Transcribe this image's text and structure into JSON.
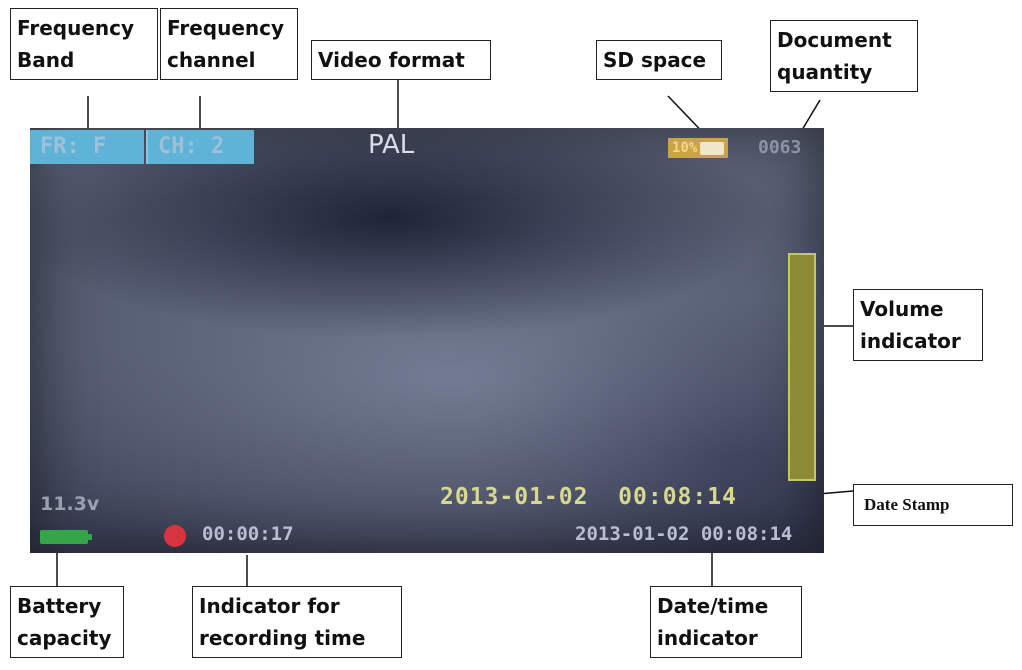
{
  "osd": {
    "band": "FR: F",
    "channel": "CH: 2",
    "format": "PAL",
    "sd_percent": "10%",
    "doc_count": "0063",
    "battery": "11.3v",
    "rec_time": "00:00:17",
    "date_stamp": "2013-01-02  00:08:14",
    "datetime": "2013-01-02 00:08:14",
    "volume_level": 1.0
  },
  "callouts": {
    "freq_band": "Frequency\nBand",
    "freq_channel": "Frequency\nchannel",
    "video_format": "Video format",
    "sd_space": "SD space",
    "doc_qty": "Document\nquantity",
    "volume": "Volume\nindicator",
    "date_stamp": "Date Stamp",
    "battery": "Battery\ncapacity",
    "rec_time": "Indicator for\nrecording time",
    "datetime": "Date/time\nindicator"
  },
  "colors": {
    "tag_blue": "#5fb3d6",
    "sd_gold": "#c9a346",
    "volume_olive": "#8c8a35",
    "rec_red": "#d83440",
    "battery_green": "#34a64a",
    "stamp_yellow": "#d8d78f"
  }
}
